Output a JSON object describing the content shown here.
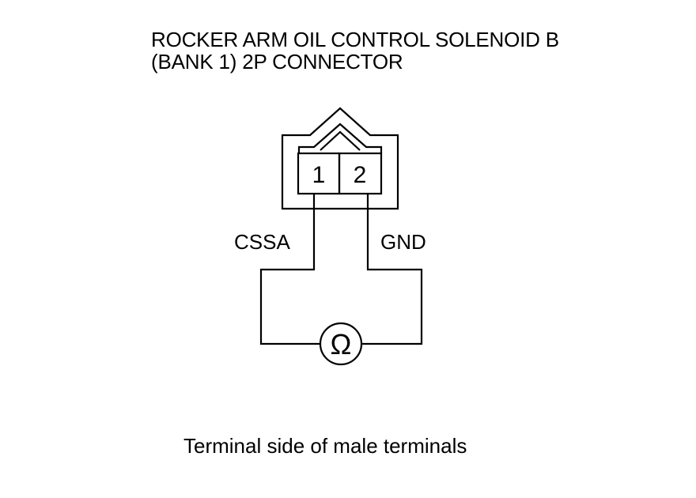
{
  "title": {
    "line1": "ROCKER ARM OIL CONTROL SOLENOID B",
    "line2": "(BANK 1) 2P CONNECTOR"
  },
  "connector": {
    "terminals": [
      {
        "number": "1",
        "wire": "CSSA"
      },
      {
        "number": "2",
        "wire": "GND"
      }
    ]
  },
  "meter": {
    "symbol": "Ω",
    "icon": "ohmmeter-icon"
  },
  "caption": "Terminal side of male terminals",
  "colors": {
    "line": "#000000",
    "background": "#ffffff"
  }
}
